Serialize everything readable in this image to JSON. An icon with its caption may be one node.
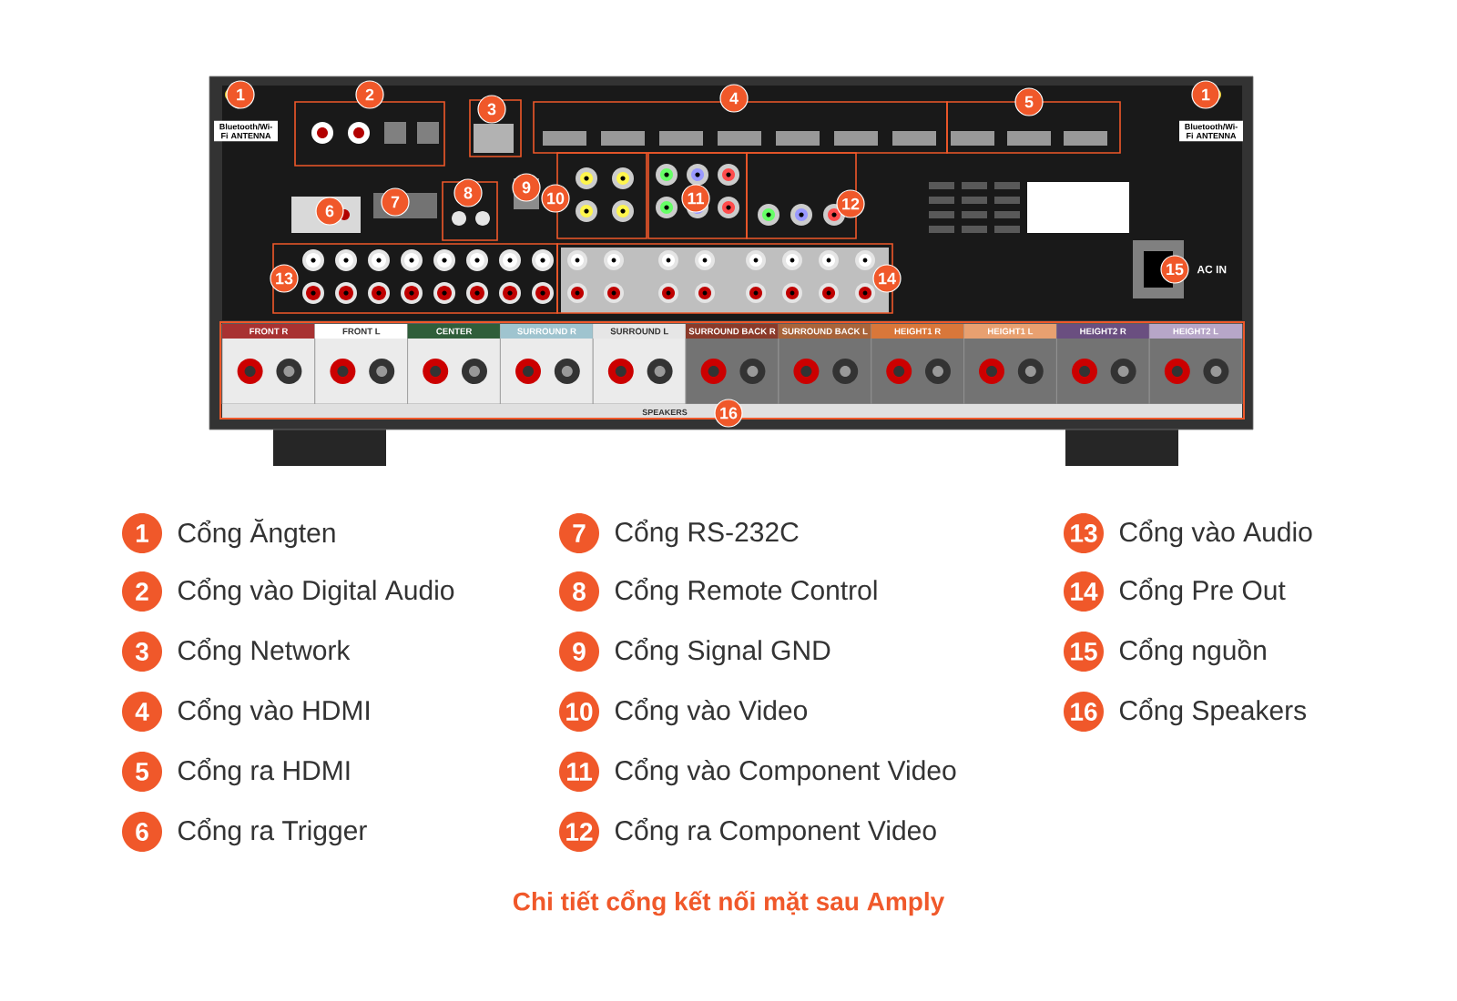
{
  "diagram": {
    "caption": "Chi tiết cổng kết nối mặt sau Amply",
    "nodes": [
      {
        "text": [
          "1"
        ]
      },
      {
        "text": [
          "2"
        ]
      },
      {
        "text": [
          "3"
        ]
      },
      {
        "text": [
          "4"
        ]
      },
      {
        "text": [
          "5"
        ]
      },
      {
        "text": [
          "1"
        ]
      },
      {
        "text": [
          "6"
        ]
      },
      {
        "text": [
          "7"
        ]
      },
      {
        "text": [
          "8"
        ]
      },
      {
        "text": [
          "9"
        ]
      },
      {
        "text": [
          "10"
        ]
      },
      {
        "text": [
          "11"
        ]
      },
      {
        "text": [
          "12"
        ]
      },
      {
        "text": [
          "13"
        ]
      },
      {
        "text": [
          "14"
        ]
      },
      {
        "text": [
          "15"
        ]
      },
      {
        "text": [
          "16"
        ]
      },
      {
        "text": [
          "1"
        ],
        "beside": [
          "Cổng Ăngten"
        ]
      },
      {
        "text": [
          "2"
        ],
        "beside": [
          "Cổng vào Digital Audio"
        ]
      },
      {
        "text": [
          "3"
        ],
        "beside": [
          "Cổng Network"
        ]
      },
      {
        "text": [
          "4"
        ],
        "beside": [
          "Cổng vào HDMI"
        ]
      },
      {
        "text": [
          "5"
        ],
        "beside": [
          "Cổng ra HDMI"
        ]
      },
      {
        "text": [
          "6"
        ],
        "beside": [
          "Cổng ra Trigger"
        ]
      },
      {
        "text": [
          "7"
        ],
        "beside": [
          "Cổng RS-232C"
        ]
      },
      {
        "text": [
          "8"
        ],
        "beside": [
          "Cổng Remote Control"
        ]
      },
      {
        "text": [
          "9"
        ],
        "beside": [
          "Cổng Signal GND"
        ]
      },
      {
        "text": [
          "10"
        ],
        "beside": [
          "Cổng vào Video"
        ]
      },
      {
        "text": [
          "11"
        ],
        "beside": [
          "Cổng vào Component Video"
        ]
      },
      {
        "text": [
          "12"
        ],
        "beside": [
          "Cổng ra Component Video"
        ]
      },
      {
        "text": [
          "13"
        ],
        "beside": [
          "Cổng vào Audio"
        ]
      },
      {
        "text": [
          "14"
        ],
        "beside": [
          "Cổng Pre Out"
        ]
      },
      {
        "text": [
          "15"
        ],
        "beside": [
          "Cổng nguồn"
        ]
      },
      {
        "text": [
          "16"
        ],
        "beside": [
          "Cổng Speakers"
        ]
      }
    ],
    "labels": [
      "Bluetooth/Wi-Fi ANTENNA",
      "Bluetooth/Wi-Fi ANTENNA",
      "AC IN",
      "FRONT R",
      "FRONT L",
      "CENTER",
      "SURROUND R",
      "SURROUND L",
      "SURROUND BACK R",
      "SURROUND BACK L",
      "HEIGHT1 R",
      "HEIGHT1 L",
      "HEIGHT2 R",
      "HEIGHT2 L",
      "SPEAKERS"
    ]
  }
}
